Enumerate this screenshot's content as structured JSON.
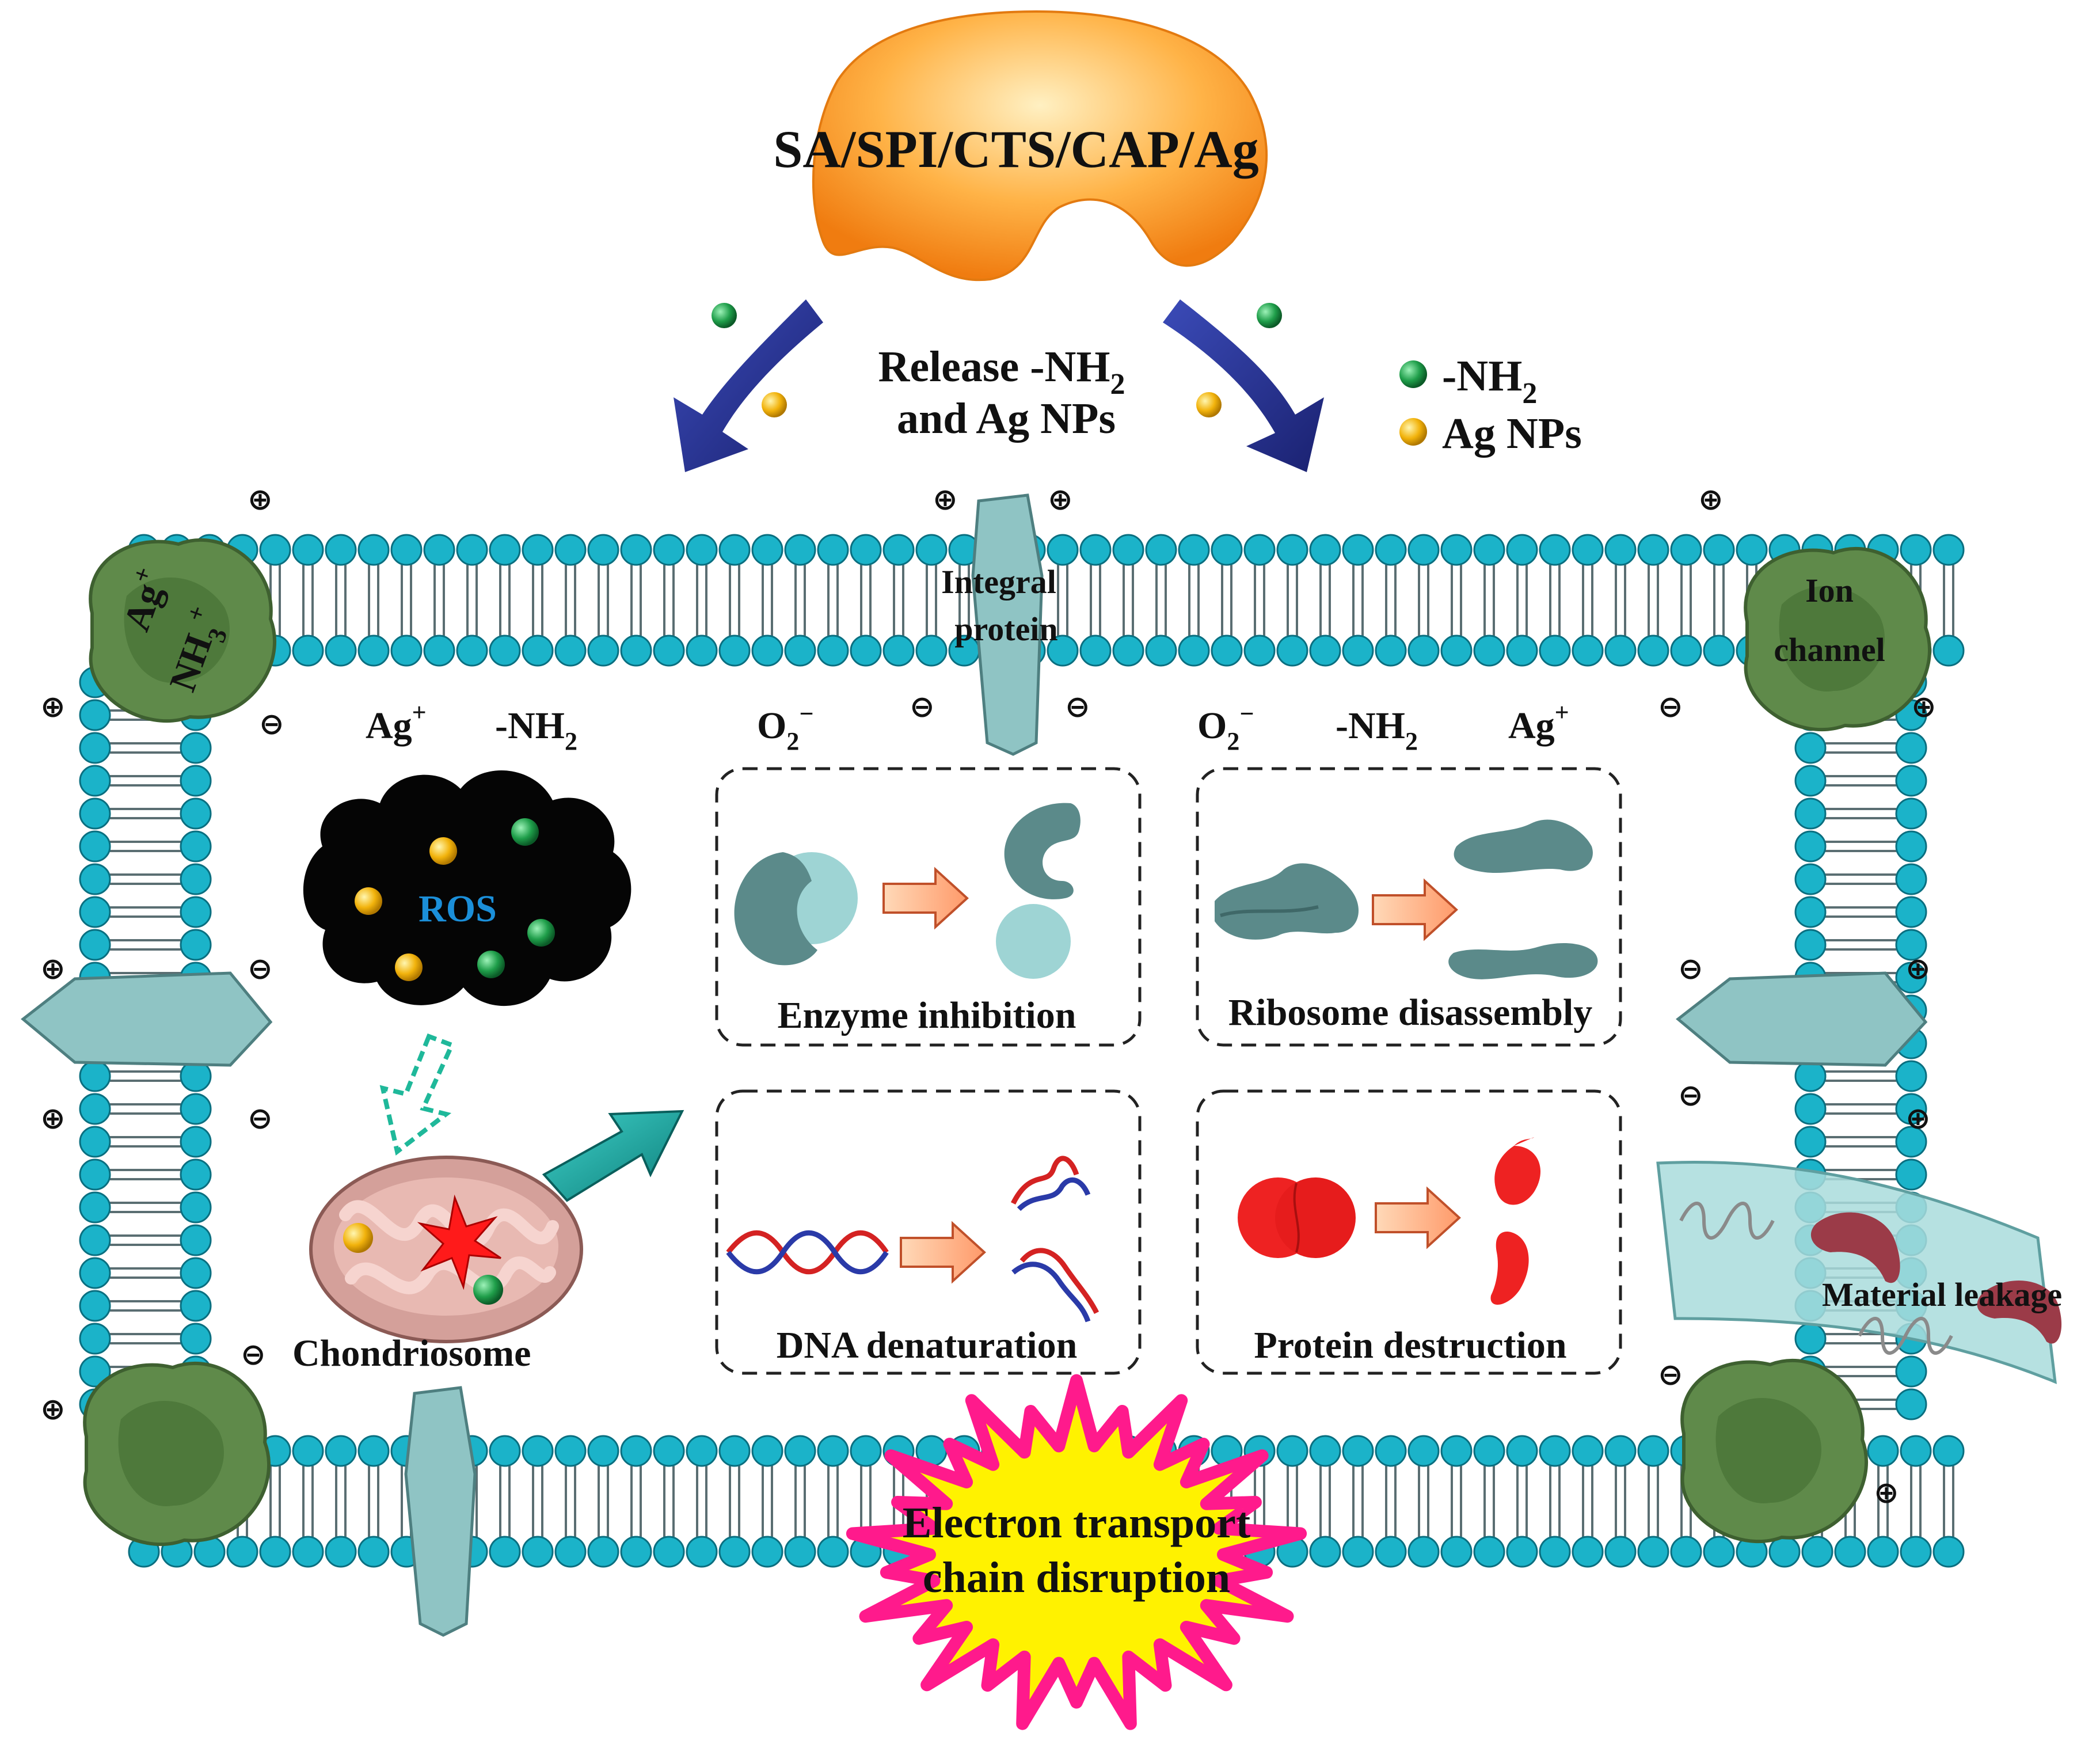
{
  "title": "SA/SPI/CTS/CAP/Ag",
  "release": {
    "line1": "Release -NH",
    "line1_sub": "2",
    "line2": "and Ag NPs"
  },
  "legend": [
    {
      "label": "-NH",
      "sub": "2",
      "color": "#1f9e4a"
    },
    {
      "label": "Ag NPs",
      "sub": "",
      "color": "#f2b30c"
    }
  ],
  "membrane": {
    "integral_protein": [
      "Integral",
      "protein"
    ],
    "ion_channel": [
      "Ion",
      "channel"
    ],
    "corner_channel_ions": [
      "Ag",
      "NH"
    ]
  },
  "ions_row": {
    "left": [
      {
        "base": "Ag",
        "sup": "+"
      },
      {
        "base": "-NH",
        "sub": "2"
      }
    ],
    "center": {
      "base": "O",
      "sub": "2",
      "sup": "−"
    },
    "right": [
      {
        "base": "O",
        "sub": "2",
        "sup": "−"
      },
      {
        "base": "-NH",
        "sub": "2"
      },
      {
        "base": "Ag",
        "sup": "+"
      }
    ]
  },
  "ros_label": "ROS",
  "chondriosome_label": "Chondriosome",
  "panels": {
    "enzyme": "Enzyme inhibition",
    "ribosome": "Ribosome disassembly",
    "dna": "DNA denaturation",
    "protein": "Protein destruction"
  },
  "material_leakage": "Material leakage",
  "electron_transport": [
    "Electron transport",
    "chain disruption"
  ],
  "symbols": {
    "plus": "⊕",
    "minus": "⊖"
  },
  "colors": {
    "lipid_head": "#1bb3c9",
    "lipid_outline": "#0a6f80",
    "protein_channel": "#5f8a4a",
    "integral_protein": "#8fc4c4",
    "arrow_blue": "#23318f",
    "ros_cloud": "#050505",
    "ros_text": "#1b8fd9",
    "nanoparticle_green": "#1f9e4a",
    "nanoparticle_gold": "#f2b30c",
    "starburst": "#ff1a8c",
    "starburst_fill": "#fff200",
    "protein_red": "#ee2222",
    "enzyme_gray": "#5b8a8a"
  }
}
